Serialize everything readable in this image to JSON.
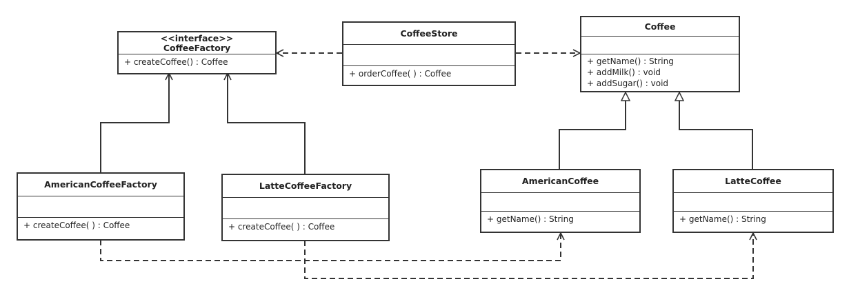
{
  "classes": {
    "coffee_factory": {
      "stereotype": "<<interface>>",
      "name": "CoffeeFactory",
      "operations": [
        "+ createCoffee() : Coffee"
      ]
    },
    "coffee_store": {
      "name": "CoffeeStore",
      "operations": [
        "+ orderCoffee( ) : Coffee"
      ]
    },
    "coffee": {
      "name": "Coffee",
      "operations": [
        "+ getName() : String",
        "+ addMilk() : void",
        "+ addSugar() : void"
      ]
    },
    "american_coffee_factory": {
      "name": "AmericanCoffeeFactory",
      "operations": [
        "+ createCoffee( ) : Coffee"
      ]
    },
    "latte_coffee_factory": {
      "name": "LatteCoffeeFactory",
      "operations": [
        "+ createCoffee( ) : Coffee"
      ]
    },
    "american_coffee": {
      "name": "AmericanCoffee",
      "operations": [
        "+ getName() : String"
      ]
    },
    "latte_coffee": {
      "name": "LatteCoffee",
      "operations": [
        "+ getName() : String"
      ]
    }
  },
  "relationships": [
    {
      "type": "dependency",
      "from": "CoffeeStore",
      "to": "CoffeeFactory"
    },
    {
      "type": "dependency",
      "from": "CoffeeStore",
      "to": "Coffee"
    },
    {
      "type": "realization",
      "from": "AmericanCoffeeFactory",
      "to": "CoffeeFactory"
    },
    {
      "type": "realization",
      "from": "LatteCoffeeFactory",
      "to": "CoffeeFactory"
    },
    {
      "type": "generalization",
      "from": "AmericanCoffee",
      "to": "Coffee"
    },
    {
      "type": "generalization",
      "from": "LatteCoffee",
      "to": "Coffee"
    },
    {
      "type": "dependency",
      "from": "AmericanCoffeeFactory",
      "to": "AmericanCoffee"
    },
    {
      "type": "dependency",
      "from": "LatteCoffeeFactory",
      "to": "LatteCoffee"
    }
  ],
  "colors": {
    "line": "#333333",
    "background": "#ffffff"
  }
}
